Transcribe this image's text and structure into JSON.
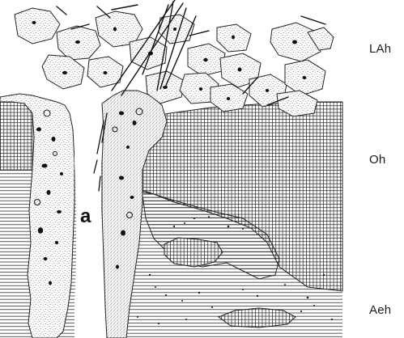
{
  "figure": {
    "channel_label": "a",
    "horizons": [
      {
        "id": "lah",
        "label": "LAh"
      },
      {
        "id": "oh",
        "label": "Oh"
      },
      {
        "id": "aeh",
        "label": "Aeh"
      }
    ]
  }
}
